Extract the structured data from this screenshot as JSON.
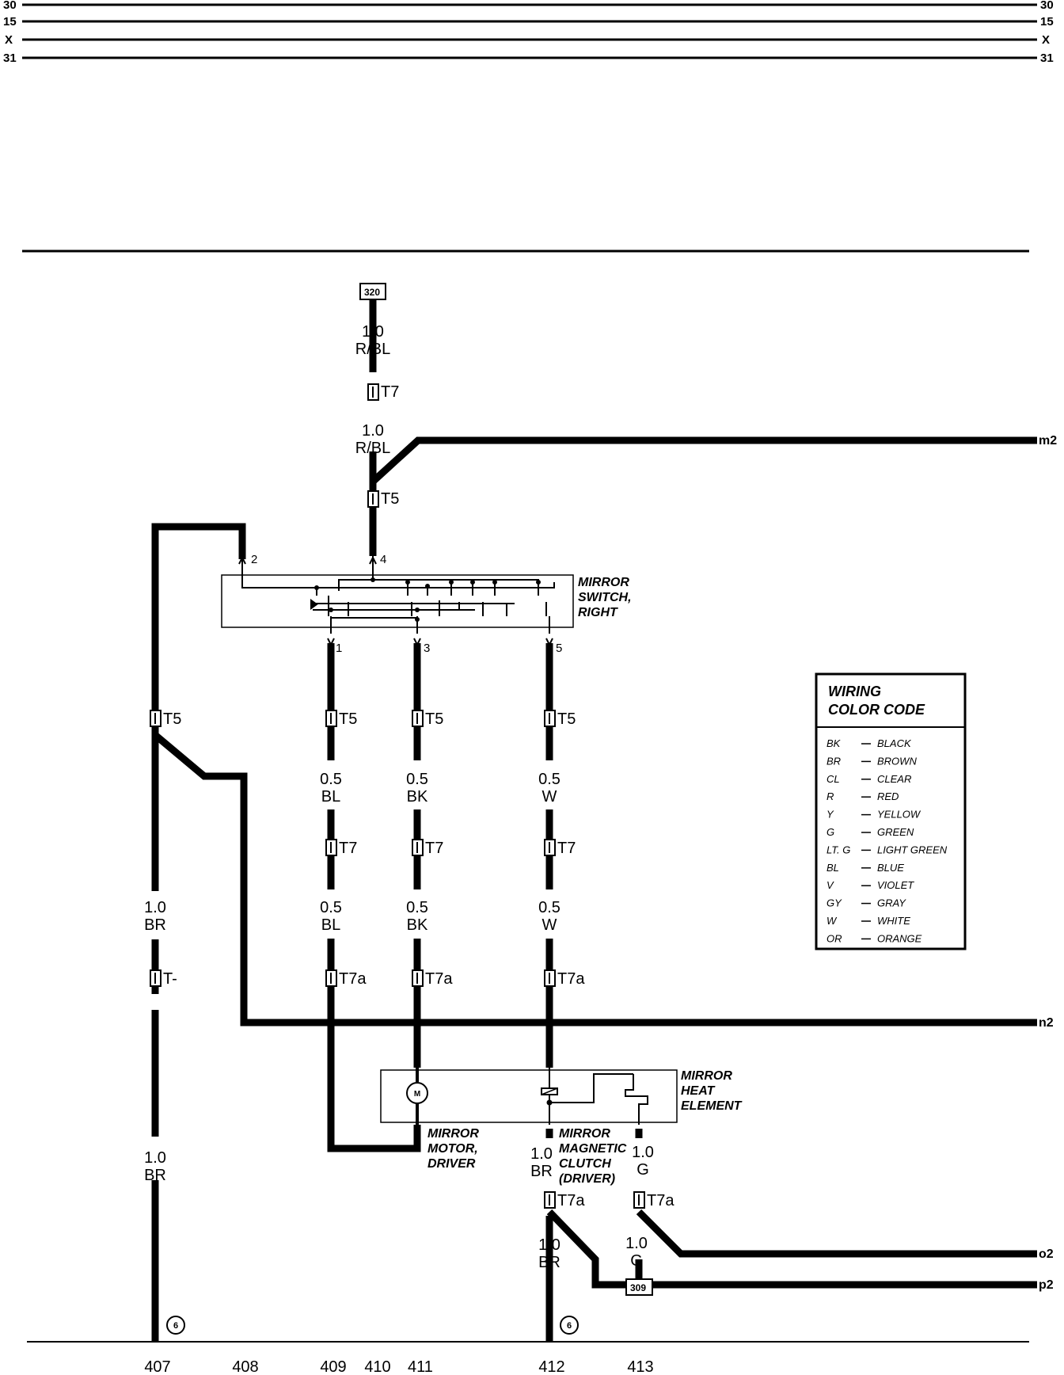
{
  "bus_lines": [
    {
      "name": "30"
    },
    {
      "name": "15"
    },
    {
      "name": "X"
    },
    {
      "name": "31"
    }
  ],
  "components": {
    "mirror_switch": {
      "label_lines": [
        "MIRROR",
        "SWITCH,",
        "RIGHT"
      ]
    },
    "mirror_heat": {
      "label_lines": [
        "MIRROR",
        "HEAT",
        "ELEMENT"
      ]
    },
    "mirror_motor": {
      "label_lines": [
        "MIRROR",
        "MOTOR,",
        "DRIVER"
      ],
      "symbol": "M"
    },
    "magnetic_clutch": {
      "label_lines": [
        "MIRROR",
        "MAGNETIC",
        "CLUTCH",
        "(DRIVER)"
      ]
    }
  },
  "ref_boxes": {
    "top": "320",
    "bottom": "309"
  },
  "edge_labels": {
    "m2": "m2",
    "n2": "n2",
    "o2": "o2",
    "p2": "p2"
  },
  "pins": {
    "p1": "1",
    "p2": "2",
    "p3": "3",
    "p4": "4",
    "p5": "5"
  },
  "connectors": {
    "t7_top": "T7",
    "t5_top": "T5",
    "t5_left": "T5",
    "t5_a": "T5",
    "t5_b": "T5",
    "t5_c": "T5",
    "t7_a": "T7",
    "t7_b": "T7",
    "t7_c": "T7",
    "t_left": "T-",
    "t7a_a": "T7a",
    "t7a_b": "T7a",
    "t7a_c": "T7a",
    "t7a_d": "T7a",
    "t7a_e": "T7a"
  },
  "wires": {
    "top_a": {
      "gauge": "1.0",
      "color": "R/BL"
    },
    "top_b": {
      "gauge": "1.0",
      "color": "R/BL"
    },
    "bl_a": {
      "gauge": "0.5",
      "color": "BL"
    },
    "bk_a": {
      "gauge": "0.5",
      "color": "BK"
    },
    "w_a": {
      "gauge": "0.5",
      "color": "W"
    },
    "bl_b": {
      "gauge": "0.5",
      "color": "BL"
    },
    "bk_b": {
      "gauge": "0.5",
      "color": "BK"
    },
    "w_b": {
      "gauge": "0.5",
      "color": "W"
    },
    "br_a": {
      "gauge": "1.0",
      "color": "BR"
    },
    "br_b": {
      "gauge": "1.0",
      "color": "BR"
    },
    "br_c": {
      "gauge": "1.0",
      "color": "BR"
    },
    "br_d": {
      "gauge": "1.0",
      "color": "BR"
    },
    "g_a": {
      "gauge": "1.0",
      "color": "G"
    },
    "g_b": {
      "gauge": "1.0",
      "color": "G"
    }
  },
  "ground_marks": {
    "left": "6",
    "right": "6"
  },
  "column_numbers": [
    "407",
    "408",
    "409",
    "410",
    "411",
    "412",
    "413"
  ],
  "legend": {
    "title_lines": [
      "WIRING",
      "COLOR CODE"
    ],
    "entries": [
      {
        "code": "BK",
        "name": "BLACK"
      },
      {
        "code": "BR",
        "name": "BROWN"
      },
      {
        "code": "CL",
        "name": "CLEAR"
      },
      {
        "code": "R",
        "name": "RED"
      },
      {
        "code": "Y",
        "name": "YELLOW"
      },
      {
        "code": "G",
        "name": "GREEN"
      },
      {
        "code": "LT. G",
        "name": "LIGHT GREEN"
      },
      {
        "code": "BL",
        "name": "BLUE"
      },
      {
        "code": "V",
        "name": "VIOLET"
      },
      {
        "code": "GY",
        "name": "GRAY"
      },
      {
        "code": "W",
        "name": "WHITE"
      },
      {
        "code": "OR",
        "name": "ORANGE"
      }
    ]
  }
}
